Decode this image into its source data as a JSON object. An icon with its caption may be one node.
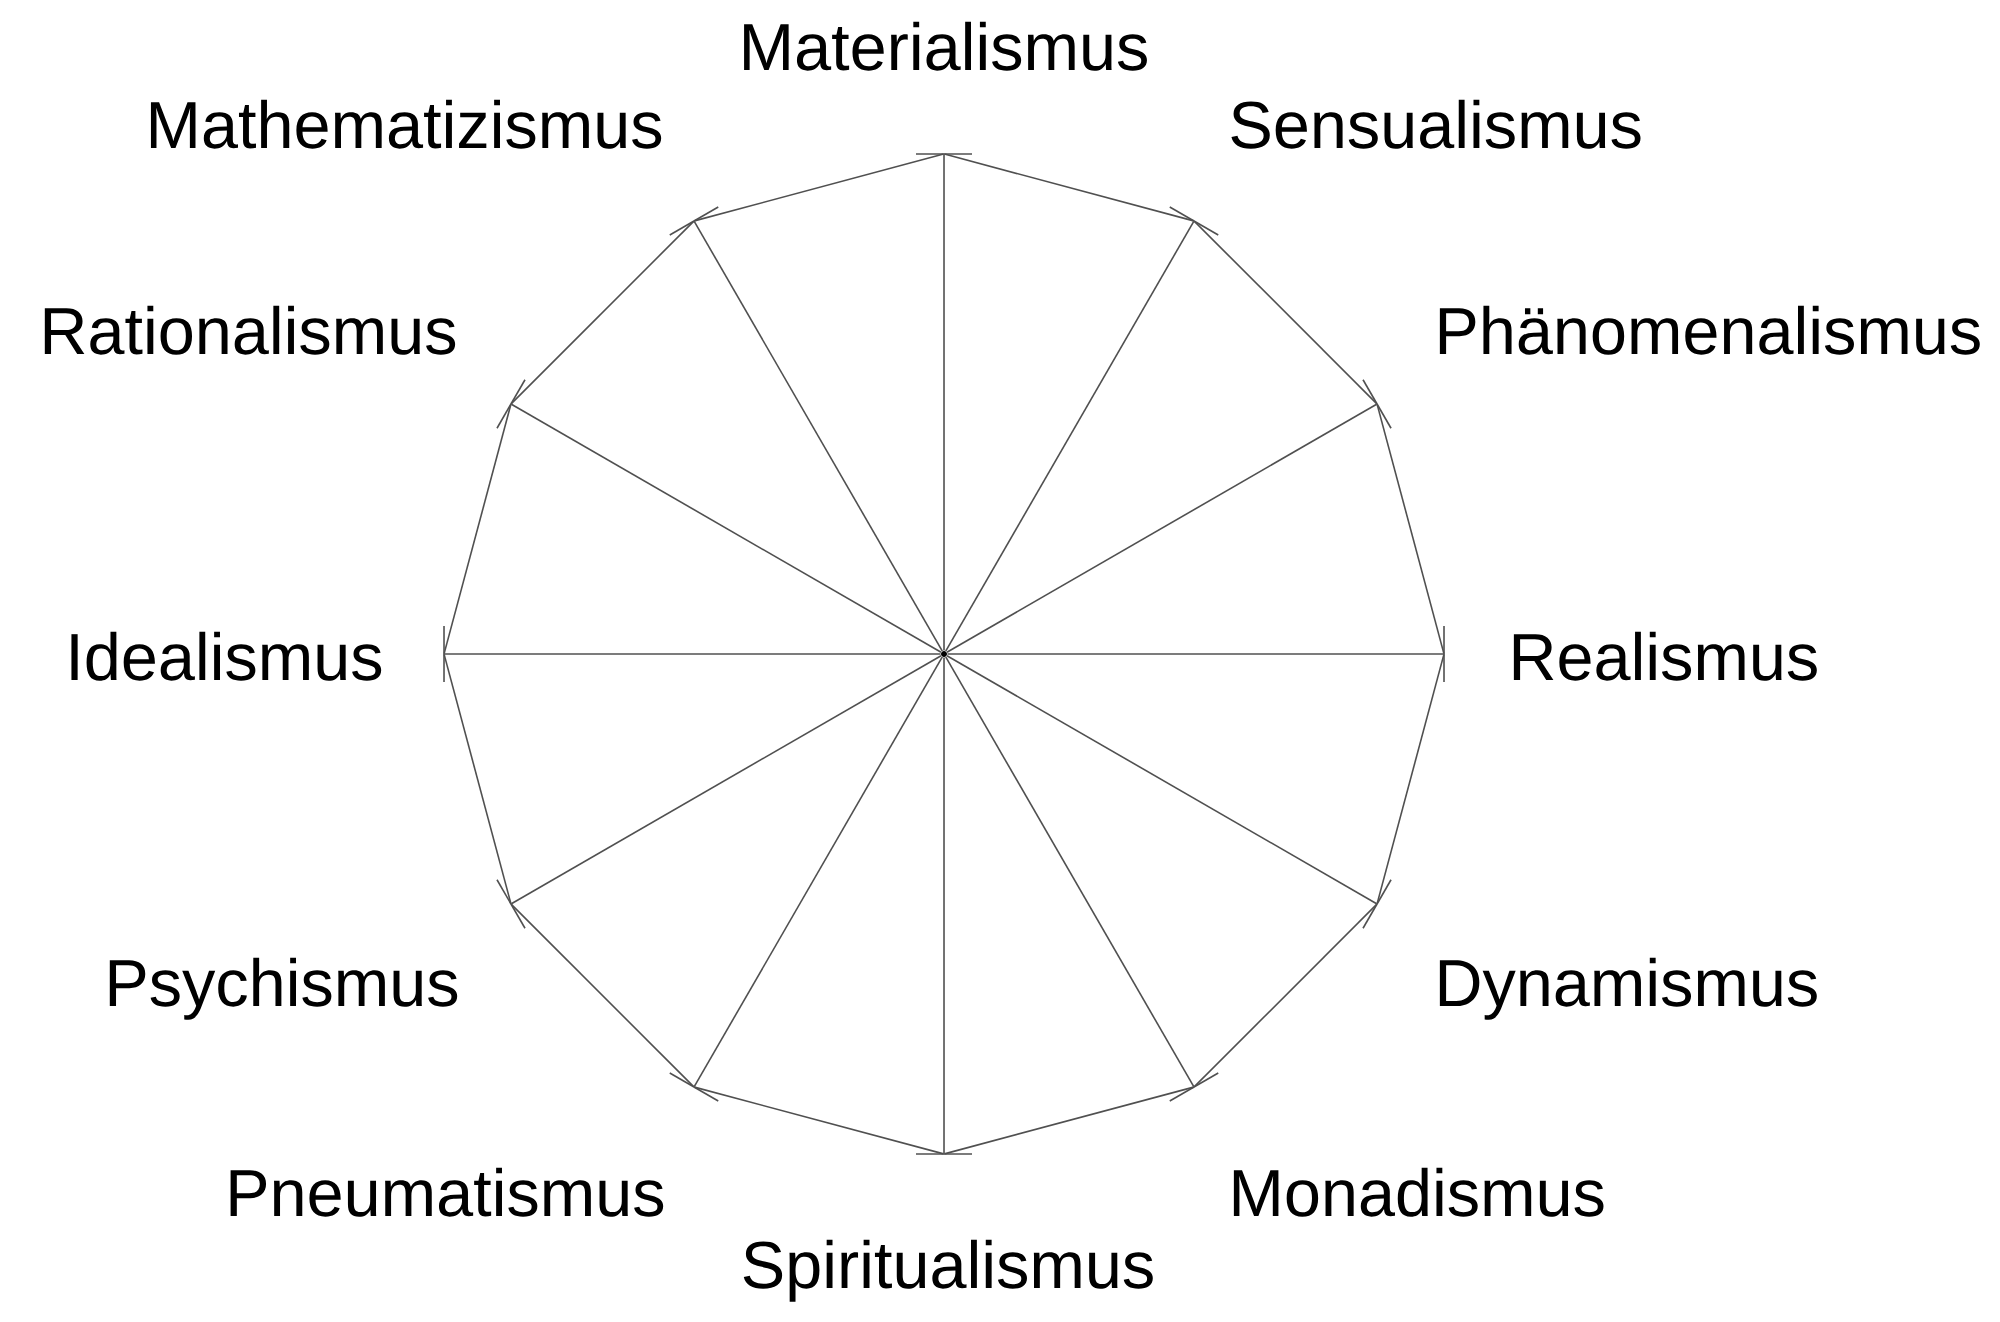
{
  "diagram": {
    "nodes": [
      {
        "text": [],
        "shape": "dot"
      },
      {
        "text": [],
        "shape": "bar",
        "beside": [
          "Materialismus"
        ]
      },
      {
        "text": [],
        "shape": "bar",
        "beside": [
          "Sensualismus"
        ]
      },
      {
        "text": [],
        "shape": "bar",
        "beside": [
          "Phänomenalismus"
        ]
      },
      {
        "text": [],
        "shape": "bar",
        "beside": [
          "Realismus"
        ]
      },
      {
        "text": [],
        "shape": "bar",
        "beside": [
          "Dynamismus"
        ]
      },
      {
        "text": [],
        "shape": "bar",
        "beside": [
          "Monadismus"
        ]
      },
      {
        "text": [],
        "shape": "bar",
        "beside": [
          "Spiritualismus"
        ]
      },
      {
        "text": [],
        "shape": "bar",
        "beside": [
          "Pneumatismus"
        ]
      },
      {
        "text": [],
        "shape": "bar",
        "beside": [
          "Psychismus"
        ]
      },
      {
        "text": [],
        "shape": "bar",
        "beside": [
          "Idealismus"
        ]
      },
      {
        "text": [],
        "shape": "bar",
        "beside": [
          "Rationalismus"
        ]
      },
      {
        "text": [],
        "shape": "bar",
        "beside": [
          "Mathematizismus"
        ]
      }
    ],
    "edges": [
      {
        "from": 0,
        "to": 1,
        "arrow": "none"
      },
      {
        "from": 0,
        "to": 2,
        "arrow": "none"
      },
      {
        "from": 0,
        "to": 3,
        "arrow": "none"
      },
      {
        "from": 0,
        "to": 4,
        "arrow": "none"
      },
      {
        "from": 0,
        "to": 5,
        "arrow": "none"
      },
      {
        "from": 0,
        "to": 6,
        "arrow": "none"
      },
      {
        "from": 0,
        "to": 7,
        "arrow": "none"
      },
      {
        "from": 0,
        "to": 8,
        "arrow": "none"
      },
      {
        "from": 0,
        "to": 9,
        "arrow": "none"
      },
      {
        "from": 0,
        "to": 10,
        "arrow": "none"
      },
      {
        "from": 0,
        "to": 11,
        "arrow": "none"
      },
      {
        "from": 0,
        "to": 12,
        "arrow": "none"
      },
      {
        "from": 1,
        "to": 2,
        "arrow": "none"
      },
      {
        "from": 2,
        "to": 3,
        "arrow": "none"
      },
      {
        "from": 3,
        "to": 4,
        "arrow": "none"
      },
      {
        "from": 4,
        "to": 5,
        "arrow": "none"
      },
      {
        "from": 5,
        "to": 6,
        "arrow": "none"
      },
      {
        "from": 6,
        "to": 7,
        "arrow": "none"
      },
      {
        "from": 7,
        "to": 8,
        "arrow": "none"
      },
      {
        "from": 8,
        "to": 9,
        "arrow": "none"
      },
      {
        "from": 9,
        "to": 10,
        "arrow": "none"
      },
      {
        "from": 10,
        "to": 11,
        "arrow": "none"
      },
      {
        "from": 11,
        "to": 12,
        "arrow": "none"
      },
      {
        "from": 12,
        "to": 1,
        "arrow": "none"
      }
    ]
  }
}
